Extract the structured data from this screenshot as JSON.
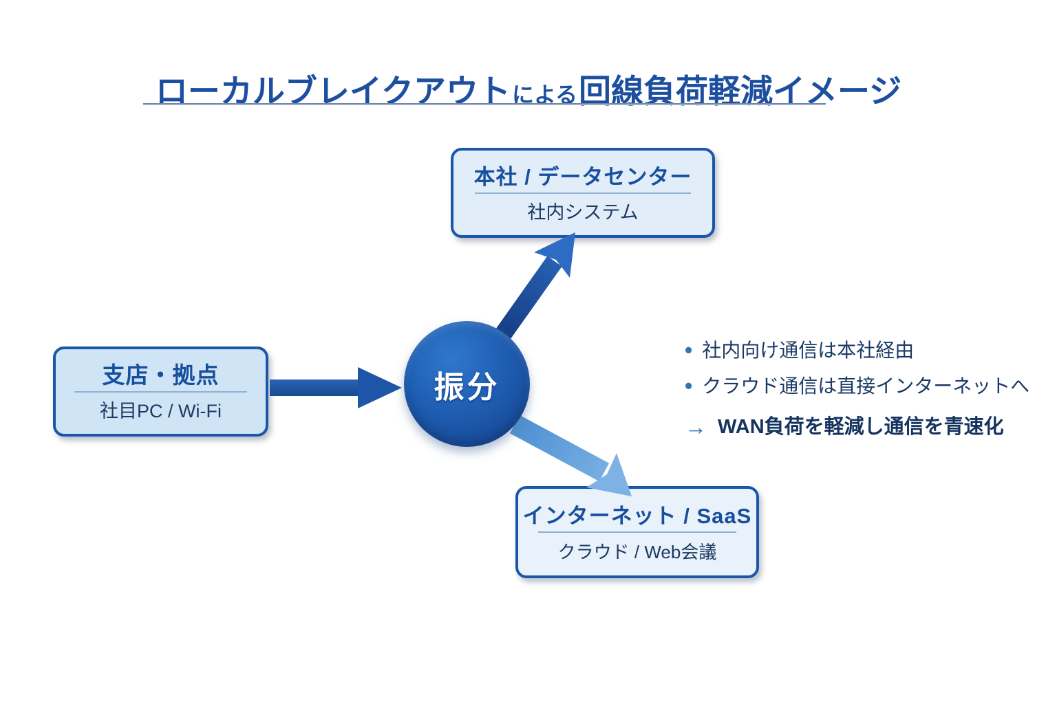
{
  "title": {
    "part1": "ローカルブレイクアウト",
    "part2": "による",
    "part3": "回線負荷軽減イメージ"
  },
  "nodes": {
    "hq": {
      "title": "本社 / データセンター",
      "subtitle": "社内システム"
    },
    "branch": {
      "title": "支店・拠点",
      "subtitle": "社目PC / Wi-Fi"
    },
    "internet": {
      "title": "インターネット / SaaS",
      "subtitle": "クラウド / Web会議"
    }
  },
  "hub": {
    "label": "振分"
  },
  "notes": {
    "bullet_glyph": "•",
    "bullets": [
      "社内向け通信は本社経由",
      "クラウド通信は直接インターネットへ"
    ],
    "conclusion_glyph": "→",
    "conclusion": "WAN負荷を軽減し通信を青速化"
  },
  "icons": {
    "arrow_branch_to_hub": "solid right arrow, dark blue",
    "arrow_hub_to_hq": "diagonal up-right arrow, dark blue gradient",
    "arrow_hub_to_internet": "diagonal down-right arrow, light blue gradient"
  },
  "colors": {
    "title": "#1d4fa0",
    "box_border": "#1b57a8",
    "box_fill_branch": "#cfe5f6",
    "box_fill_hq": "#e1edf9",
    "box_fill_internet": "#e9f1fa",
    "heading": "#174f9e",
    "body_text": "#1c3a63",
    "arrow_dark": "#1d55a8",
    "arrow_light": "#5b9bd5",
    "bullet": "#2e75b6",
    "hub_fill": "#1e5cb0",
    "hub_text": "#ffffff"
  }
}
